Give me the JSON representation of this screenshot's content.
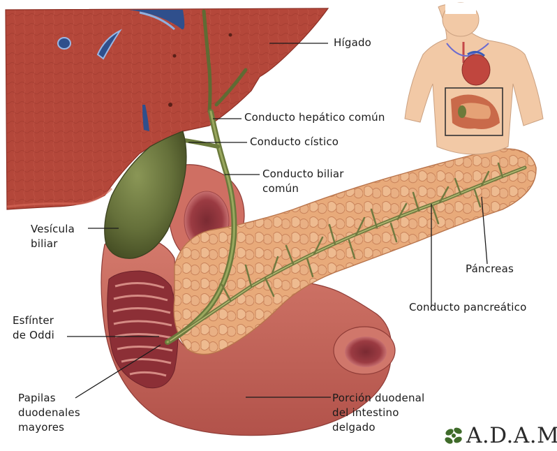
{
  "labels": {
    "higado": "Hígado",
    "hepatico": "Conducto hepático común",
    "cistico": "Conducto cístico",
    "biliar_1": "Conducto biliar",
    "biliar_2": "común",
    "vesicula_1": "Vesícula",
    "vesicula_2": "biliar",
    "pancreas": "Páncreas",
    "pancreatico": "Conducto pancreático",
    "esfinter_1": "Esfínter",
    "esfinter_2": "de Oddi",
    "papilas_1": "Papilas",
    "papilas_2": "duodenales",
    "papilas_3": "mayores",
    "duodenal_1": "Porción duodenal",
    "duodenal_2": "del intestino",
    "duodenal_3": "delgado"
  },
  "brand": {
    "name": "A.D.A.M."
  },
  "colors": {
    "liver": "#b4473a",
    "gallbladder": "#5f6a36",
    "pancreas": "#e8aa7a",
    "intestine": "#c8655a",
    "duct": "#7a8a4a",
    "leader": "#1a1a1a"
  }
}
